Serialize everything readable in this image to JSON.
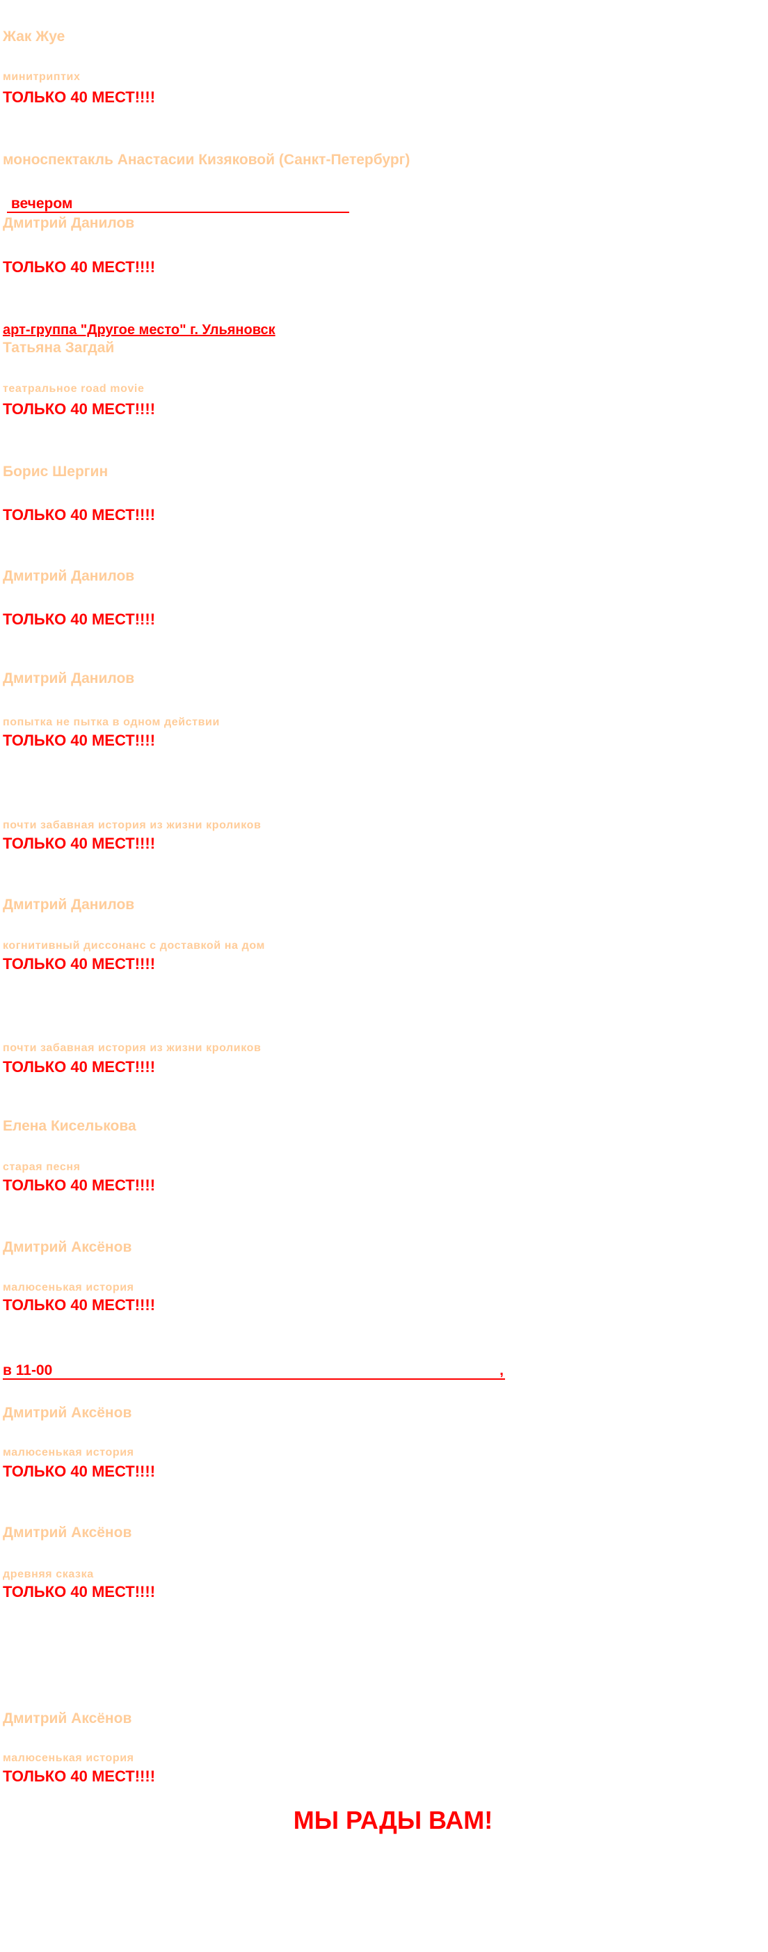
{
  "colors": {
    "accent_red": "#FF0000",
    "peach": "#FFCC99"
  },
  "seats_label": "ТОЛЬКО 40 МЕСТ!!!!",
  "items": [
    {
      "text": "Жак Жуе"
    },
    {
      "text": "минитриптих"
    },
    {
      "text": "моноспектакль Анастасии  Кизяковой (Санкт-Петербург)"
    },
    {
      "text": " вечером"
    },
    {
      "text": "Дмитрий Данилов"
    },
    {
      "text": "арт-группа \"Другое место\" г. Ульяновск"
    },
    {
      "text": "Татьяна Загдай"
    },
    {
      "text": "театральное road movie"
    },
    {
      "text": "Борис Шергин"
    },
    {
      "text": "Дмитрий Данилов"
    },
    {
      "text": "Дмитрий Данилов"
    },
    {
      "text": "попытка не пытка в одном действии"
    },
    {
      "text": "почти забавная история из жизни кроликов"
    },
    {
      "text": "Дмитрий Данилов"
    },
    {
      "text": "когнитивный диссонанс с доставкой на дом"
    },
    {
      "text": "почти забавная история из жизни кроликов"
    },
    {
      "text": "Елена Киселькова"
    },
    {
      "text": "старая песня"
    },
    {
      "text": "Дмитрий Аксёнов"
    },
    {
      "text": "малюсенькая история"
    },
    {
      "text": "в 11-00"
    },
    {
      "text": ","
    },
    {
      "text": "Дмитрий Аксёнов"
    },
    {
      "text": "малюсенькая история"
    },
    {
      "text": "Дмитрий Аксёнов"
    },
    {
      "text": "древняя сказка"
    },
    {
      "text": "Дмитрий Аксёнов"
    },
    {
      "text": "малюсенькая история"
    }
  ],
  "footer": {
    "welcome": "МЫ РАДЫ ВАМ!"
  }
}
